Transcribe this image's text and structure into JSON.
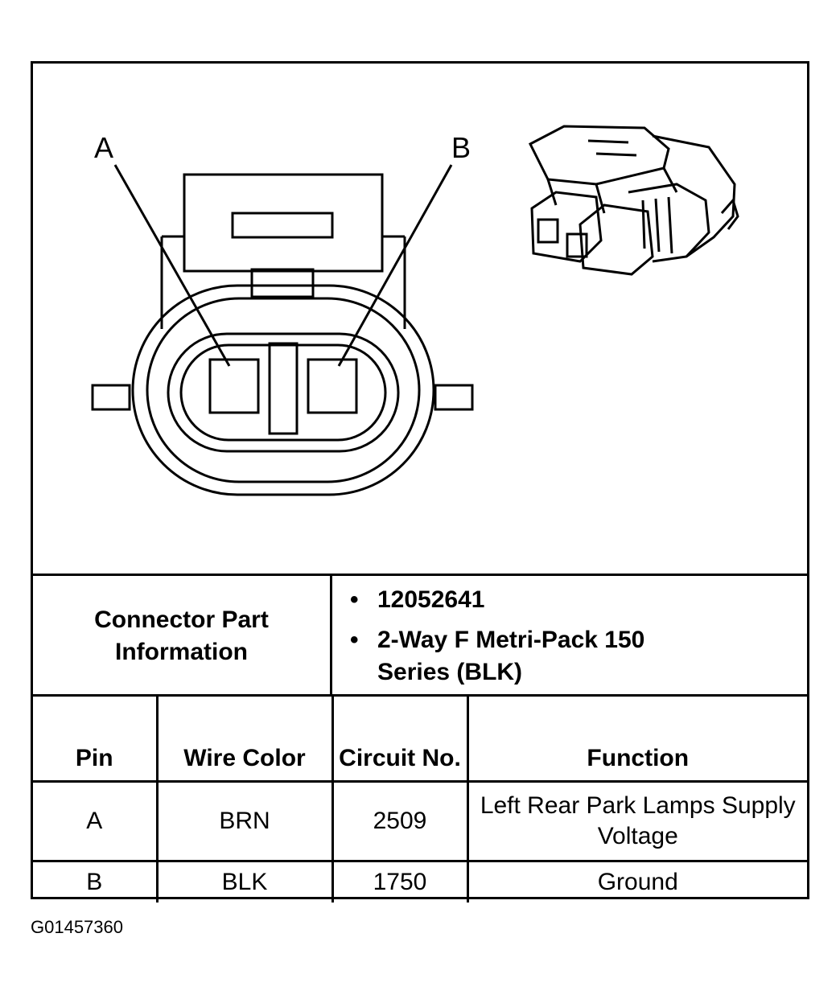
{
  "diagram": {
    "pin_a_label": "A",
    "pin_b_label": "B",
    "line_color": "#000000"
  },
  "connector_info": {
    "heading": "Connector Part Information",
    "bullets": [
      {
        "symbol": "•",
        "text": "12052641"
      },
      {
        "symbol": "•",
        "text": "2-Way F Metri-Pack 150 Series (BLK)"
      }
    ]
  },
  "pin_table": {
    "headers": [
      "Pin",
      "Wire Color",
      "Circuit No.",
      "Function"
    ],
    "rows": [
      {
        "pin": "A",
        "wire_color": "BRN",
        "circuit": "2509",
        "function": "Left Rear Park Lamps Supply Voltage"
      },
      {
        "pin": "B",
        "wire_color": "BLK",
        "circuit": "1750",
        "function": "Ground"
      }
    ]
  },
  "figure_id": "G01457360"
}
